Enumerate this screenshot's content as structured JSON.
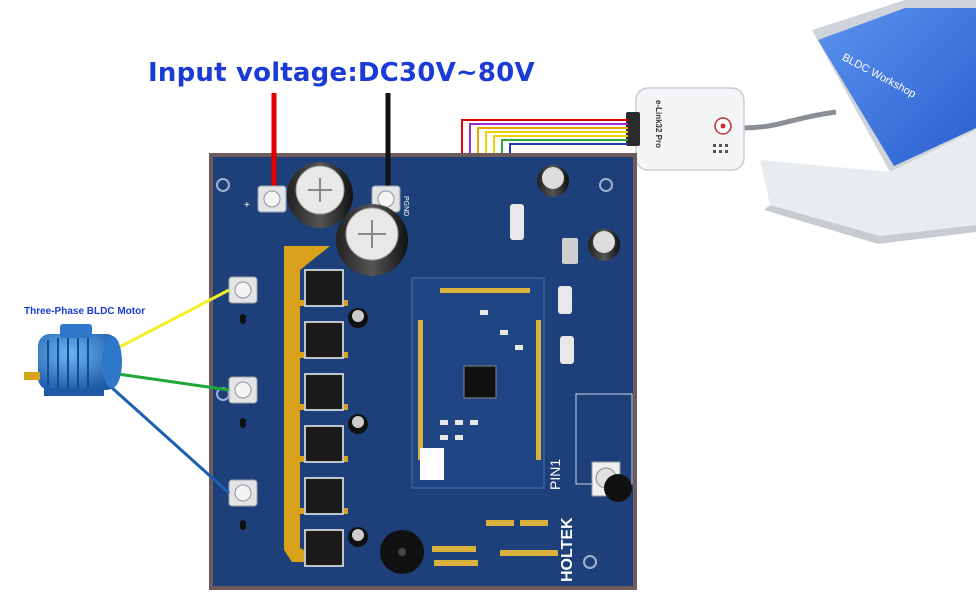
{
  "title": "Input voltage:DC30V~80V",
  "motor_label": "Three-Phase BLDC Motor",
  "laptop_label": "BLDC Workshop",
  "programmer": {
    "name": "e-Link32 Pro"
  },
  "board": {
    "brand": "HOLTEK",
    "pin_marker": "PIN1",
    "terminal_plus": "+",
    "terminal_gnd": "PGND"
  },
  "colors": {
    "title_blue": "#1a3bd6",
    "pcb_blue": "#1d3f7a",
    "pcb_frame": "#6f5b5b",
    "wire_red": "#e00000",
    "wire_black": "#111111",
    "phase_yellow": "#f2ee2a",
    "phase_green": "#1fa83a",
    "phase_blue": "#1b5fb0",
    "trace_gold": "#d9a21c"
  }
}
